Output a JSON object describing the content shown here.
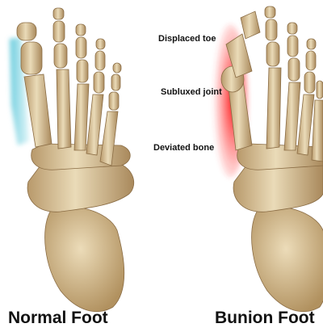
{
  "annotations": {
    "displaced_toe": "Displaced toe",
    "subluxed_joint": "Subluxed joint",
    "deviated_bone": "Deviated bone"
  },
  "captions": {
    "normal": "Normal Foot",
    "bunion": "Bunion Foot"
  },
  "colors": {
    "normal_highlight": "#6fd0e0",
    "bunion_highlight": "#e8101a",
    "bone": "#e4d3ad",
    "bone_shadow": "#a3855a"
  }
}
